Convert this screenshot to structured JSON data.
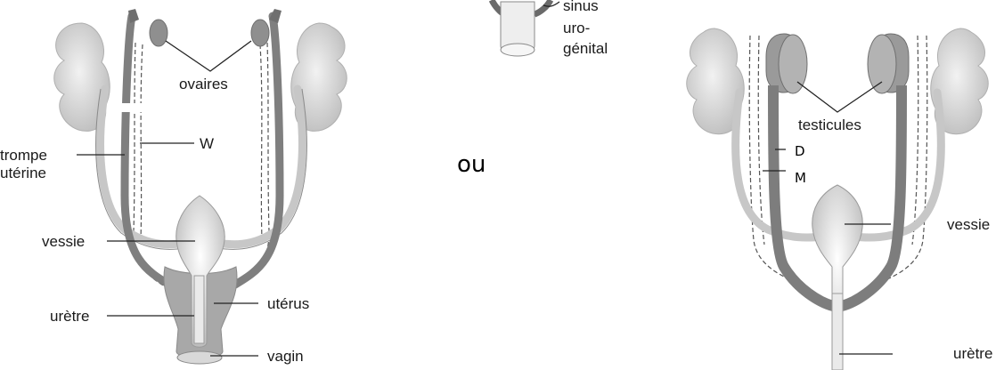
{
  "female": {
    "ovaries_label": "ovaires",
    "w_label": "W",
    "tube_label_line1": "trompe",
    "tube_label_line2": "utérine",
    "bladder_label": "vessie",
    "uterus_label": "utérus",
    "urethra_label": "urètre",
    "vagina_label": "vagin"
  },
  "middle": {
    "sinus_line1": "sinus",
    "sinus_line2": "uro-",
    "sinus_line3": "génital",
    "or_label": "ou"
  },
  "male": {
    "testes_label": "testicules",
    "d_label": "D",
    "m_label": "M",
    "bladder_label": "vessie",
    "urethra_label": "urètre"
  },
  "colors": {
    "kidney": "#d9d9d9",
    "light_duct": "#c4c4c4",
    "dark_duct": "#7d7d7d",
    "uterus": "#a9a9a9",
    "bladder": "#e8e8e8"
  }
}
